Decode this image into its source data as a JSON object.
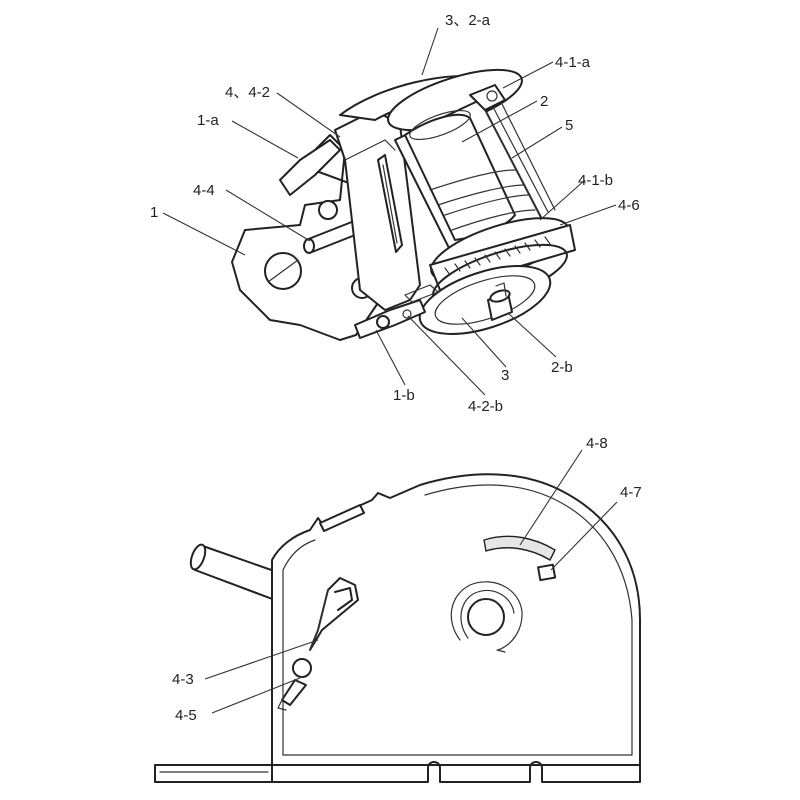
{
  "figure_top": {
    "labels": {
      "l_3_2a": "3、2-a",
      "l_4_1a": "4-1-a",
      "l_4_42": "4、4-2",
      "l_2": "2",
      "l_1a": "1-a",
      "l_5": "5",
      "l_4_4": "4-4",
      "l_4_1b": "4-1-b",
      "l_1": "1",
      "l_4_6": "4-6",
      "l_2b": "2-b",
      "l_3": "3",
      "l_1b": "1-b",
      "l_4_2b": "4-2-b"
    }
  },
  "figure_bottom": {
    "labels": {
      "l_4_8": "4-8",
      "l_4_7": "4-7",
      "l_4_3": "4-3",
      "l_4_5": "4-5"
    }
  }
}
